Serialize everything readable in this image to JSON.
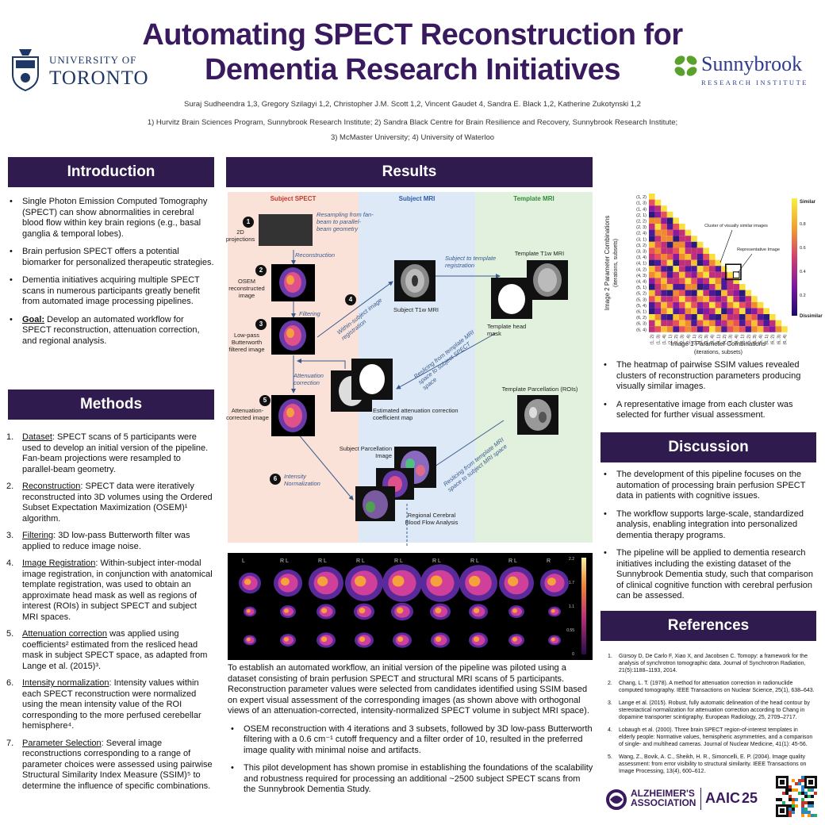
{
  "header": {
    "title_line1": "Automating SPECT Reconstruction for",
    "title_line2": "Dementia Research Initiatives",
    "authors": "Suraj Sudheendra 1,3, Gregory Szilagyi 1,2, Christopher J.M. Scott 1,2, Vincent Gaudet 4, Sandra E. Black 1,2, Katherine Zukotynski 1,2",
    "affiliations_line1": "1)   Hurvitz Brain Sciences Program, Sunnybrook Research Institute;  2) Sandra Black Centre for Brain Resilience and Recovery, Sunnybrook Research Institute;",
    "affiliations_line2": "3) McMaster University;  4) University of Waterloo",
    "uoft_line1": "UNIVERSITY OF",
    "uoft_line2": "TORONTO",
    "sunnybrook_line1": "Sunnybrook",
    "sunnybrook_line2": "RESEARCH INSTITUTE"
  },
  "sections": {
    "introduction": "Introduction",
    "methods": "Methods",
    "results": "Results",
    "discussion": "Discussion",
    "references": "References"
  },
  "introduction": {
    "items": [
      "Single Photon Emission Computed Tomography (SPECT) can show abnormalities in cerebral blood flow within key brain regions (e.g., basal ganglia & temporal lobes).",
      "Brain perfusion SPECT offers a potential biomarker for personalized therapeutic strategies.",
      "Dementia initiatives acquiring multiple SPECT scans in numerous participants greatly benefit from automated image processing pipelines."
    ],
    "goal_label": "Goal:",
    "goal_text": " Develop an automated workflow for SPECT reconstruction, attenuation correction, and regional analysis."
  },
  "methods": {
    "items": [
      {
        "n": "1.",
        "term": "Dataset",
        "text": ": SPECT scans of 5 participants were used to develop an initial version of the pipeline. Fan-beam projections were resampled to parallel-beam geometry."
      },
      {
        "n": "2.",
        "term": "Reconstruction",
        "text": ": SPECT data were iteratively reconstructed into 3D volumes using the Ordered Subset Expectation Maximization (OSEM)¹ algorithm."
      },
      {
        "n": "3.",
        "term": "Filtering",
        "text": ": 3D low-pass Butterworth filter was applied to reduce image noise."
      },
      {
        "n": "4.",
        "term": "Image Registration",
        "text": ": Within-subject inter-modal image registration, in conjunction with anatomical template registration, was used to obtain an approximate head mask as well as regions of interest (ROIs) in subject SPECT and subject MRI spaces."
      },
      {
        "n": "5.",
        "term": "Attenuation correction",
        "text": " was applied using coefficients² estimated from the resliced head mask in subject SPECT space, as adapted from Lange et al. (2015)³."
      },
      {
        "n": "6.",
        "term": "Intensity normalization",
        "text": ": Intensity values within each SPECT reconstruction were normalized using the mean intensity value of the ROI corresponding to the more perfused cerebellar hemisphere⁴."
      },
      {
        "n": "7.",
        "term": "Parameter Selection",
        "text": ": Several image reconstructions corresponding to a range of parameter choices were assessed using pairwise Structural Similarity Index Measure (SSIM)⁵ to determine the influence of specific combinations."
      }
    ]
  },
  "diagram": {
    "lane_spect": "Subject SPECT",
    "lane_mri": "Subject MRI",
    "lane_template": "Template MRI",
    "s1_label": "2D projections",
    "s1_note": "Resampling from fan-beam to parallel-beam geometry",
    "reconstruction": "Reconstruction",
    "s2_label": "OSEM reconstructed image",
    "filtering": "Filtering",
    "s3_label": "Low-pass Butterworth filtered image",
    "attenuation": "Attenuation correction",
    "s5_label": "Attenuation-corrected image",
    "intensity": "Intensity Normalization",
    "subject_t1": "Subject T1w MRI",
    "within_reg": "Within-subject image registration",
    "subj_to_template": "Subject to template registration",
    "template_t1": "Template T1w MRI",
    "template_mask": "Template head mask",
    "reslice_mask": "Reslicing from template MRI space to subject SPECT space",
    "est_atten": "Estimated attenuation correction coefficient map",
    "template_parc": "Template Parcellation (ROIs)",
    "reslice_parc": "Reslicing from template MRI space to subject MRI space",
    "subj_parc": "Subject Parcellation Image",
    "rcbf": "Regional Cerebral Blood Flow Analysis",
    "n1": "1",
    "n2": "2",
    "n3": "3",
    "n4": "4",
    "n5": "5",
    "n6": "6"
  },
  "slices": {
    "labels": [
      "L",
      "R L",
      "R L",
      "R L",
      "R L",
      "R L",
      "R L",
      "R L",
      "R"
    ],
    "cbar": [
      "2.2",
      "1.7",
      "1.1",
      "0.55",
      "0"
    ]
  },
  "heatmap": {
    "ylabel": "Image 2 Parameter Combinations",
    "ylabel2": "(iterations, subsets)",
    "xlabel": "Image 1 Parameter Combinations",
    "xlabel2": "(iterations, subsets)",
    "ticks": [
      "(1, 2)",
      "(1, 3)",
      "(1, 4)",
      "(2, 1)",
      "(2, 2)",
      "(2, 3)",
      "(2, 4)",
      "(3, 1)",
      "(3, 2)",
      "(3, 3)",
      "(3, 4)",
      "(4, 1)",
      "(4, 2)",
      "(4, 3)",
      "(4, 4)",
      "(5, 1)",
      "(5, 2)",
      "(5, 3)",
      "(5, 4)",
      "(6, 1)",
      "(6, 2)",
      "(6, 3)",
      "(6, 4)"
    ],
    "cb_top": "Similar",
    "cb_vals": [
      "0.8",
      "0.6",
      "0.4",
      "0.2"
    ],
    "cb_bottom": "Dissimilar",
    "ann_cluster": "Cluster of visually similar images",
    "ann_rep": "Representative Image"
  },
  "results_text": {
    "bullets_right": [
      "The heatmap of pairwise SSIM values revealed clusters of reconstruction parameters producing visually similar images.",
      "A representative image from each cluster was selected for further visual assessment."
    ],
    "paragraph": "To establish an automated workflow, an initial version of the pipeline was piloted using a dataset consisting of brain perfusion SPECT and structural MRI scans of 5 participants. Reconstruction parameter values were selected from candidates identified using SSIM based on expert visual assessment of the corresponding images (as shown above with orthogonal views of an attenuation-corrected, intensity-normalized SPECT volume in subject MRI space).",
    "bullets_bottom": [
      "OSEM reconstruction with 4 iterations and 3 subsets, followed by 3D low-pass Butterworth filtering with a 0.6 cm⁻¹ cutoff frequency and a filter order of 10, resulted in the preferred image quality with minimal noise and artifacts.",
      "This pilot development has shown promise in establishing the foundations of the scalability and robustness required for processing an additional ~2500 subject SPECT scans from the Sunnybrook Dementia Study."
    ]
  },
  "discussion": {
    "items": [
      "The development of this pipeline focuses on the automation of processing brain perfusion SPECT data in patients with cognitive issues.",
      "The workflow supports large-scale, standardized analysis, enabling integration into personalized dementia therapy programs.",
      "The pipeline will be applied to dementia research initiatives including the existing dataset of the Sunnybrook Dementia study, such that comparison of clinical cognitive function with cerebral perfusion can be assessed."
    ]
  },
  "references": {
    "items": [
      {
        "n": "1.",
        "text": "Gürsoy D, De Carlo F, Xiao X, and Jacobsen C. Tomopy: a framework for the analysis of synchrotron tomographic data. Journal of Synchrotron Radiation, 21(5):1188–1193, 2014."
      },
      {
        "n": "2.",
        "text": "Chang, L. T. (1978). A method for attenuation correction in radionuclide computed tomography. IEEE Transactions on Nuclear Science, 25(1), 638–643."
      },
      {
        "n": "3.",
        "text": "Lange et al. (2015). Robust, fully automatic delineation of the head contour by stereotactical normalization for attenuation correction according to Chang in dopamine transporter scintigraphy. European Radiology, 25, 2709–2717."
      },
      {
        "n": "4.",
        "text": "Lobaugh et al. (2000). Three brain SPECT region-of-interest templates in elderly people: Normative values, hemispheric asymmetries, and a comparison of single- and multihead cameras. Journal of Nuclear Medicine, 41(1): 45-56."
      },
      {
        "n": "5.",
        "text": "Wang, Z., Bovik, A. C., Sheikh, H. R., Simoncelli, E. P. (2004). Image quality assessment: from error visibility to structural similarity. IEEE Transactions on Image Processing, 13(4), 600–612."
      }
    ]
  },
  "footer": {
    "alz1": "ALZHEIMER'S",
    "alz2": "ASSOCIATION",
    "aaic": "AAIC",
    "year": "25"
  },
  "colors": {
    "header_bg": "#2f1b4e",
    "title": "#3a1a5e",
    "lane_spect": "#fbe2d8",
    "lane_mri": "#dde9f6",
    "lane_template": "#e2f1dd"
  }
}
